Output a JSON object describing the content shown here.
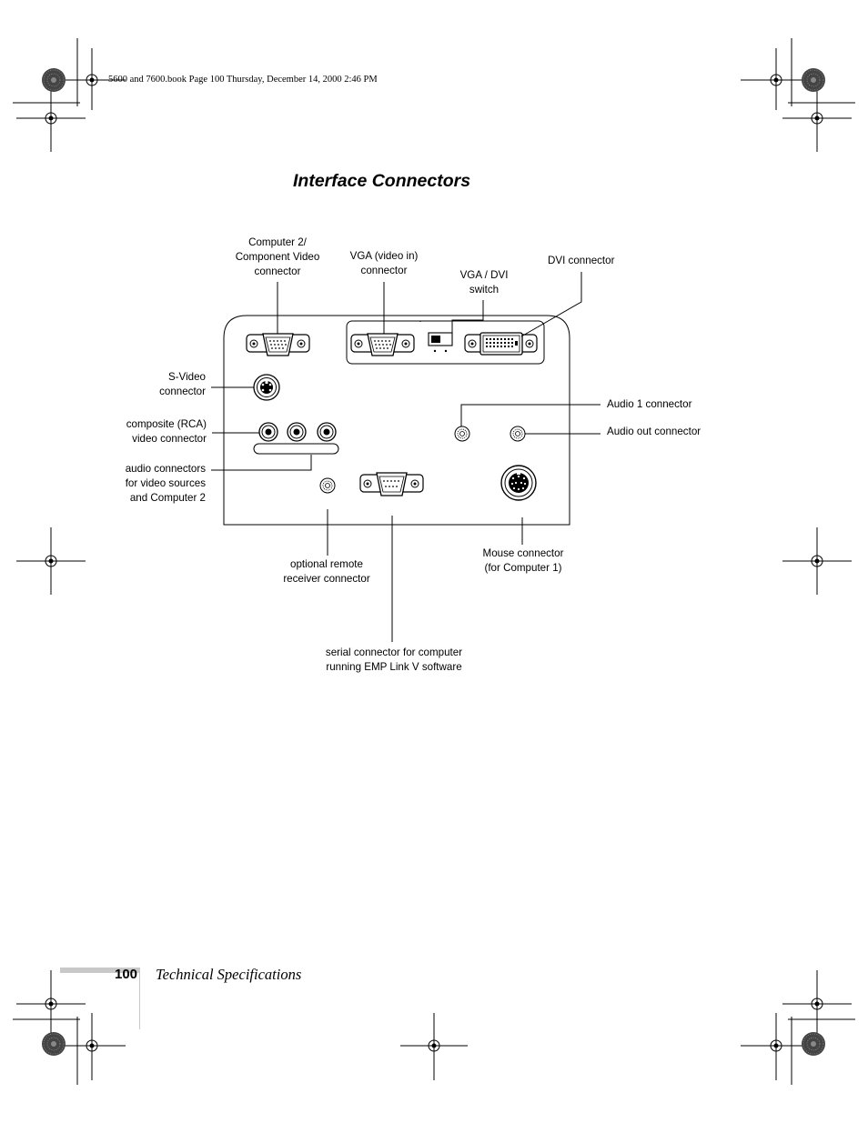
{
  "header": {
    "file_info": "5600 and 7600.book  Page 100  Thursday, December 14, 2000  2:46 PM"
  },
  "title": "Interface Connectors",
  "labels": {
    "computer2": "Computer 2/\nComponent Video\nconnector",
    "vga_in": "VGA (video in)\nconnector",
    "vga_dvi_switch": "VGA / DVI\nswitch",
    "dvi": "DVI connector",
    "svideo": "S-Video\nconnector",
    "composite": "composite (RCA)\nvideo connector",
    "audio_video": "audio connectors\nfor video sources\nand Computer 2",
    "audio1": "Audio 1 connector",
    "audio_out": "Audio out connector",
    "remote": "optional remote\nreceiver connector",
    "mouse": "Mouse connector\n(for Computer 1)",
    "serial": "serial connector for computer\nrunning EMP Link V software"
  },
  "footer": {
    "page_number": "100",
    "section": "Technical Specifications"
  }
}
